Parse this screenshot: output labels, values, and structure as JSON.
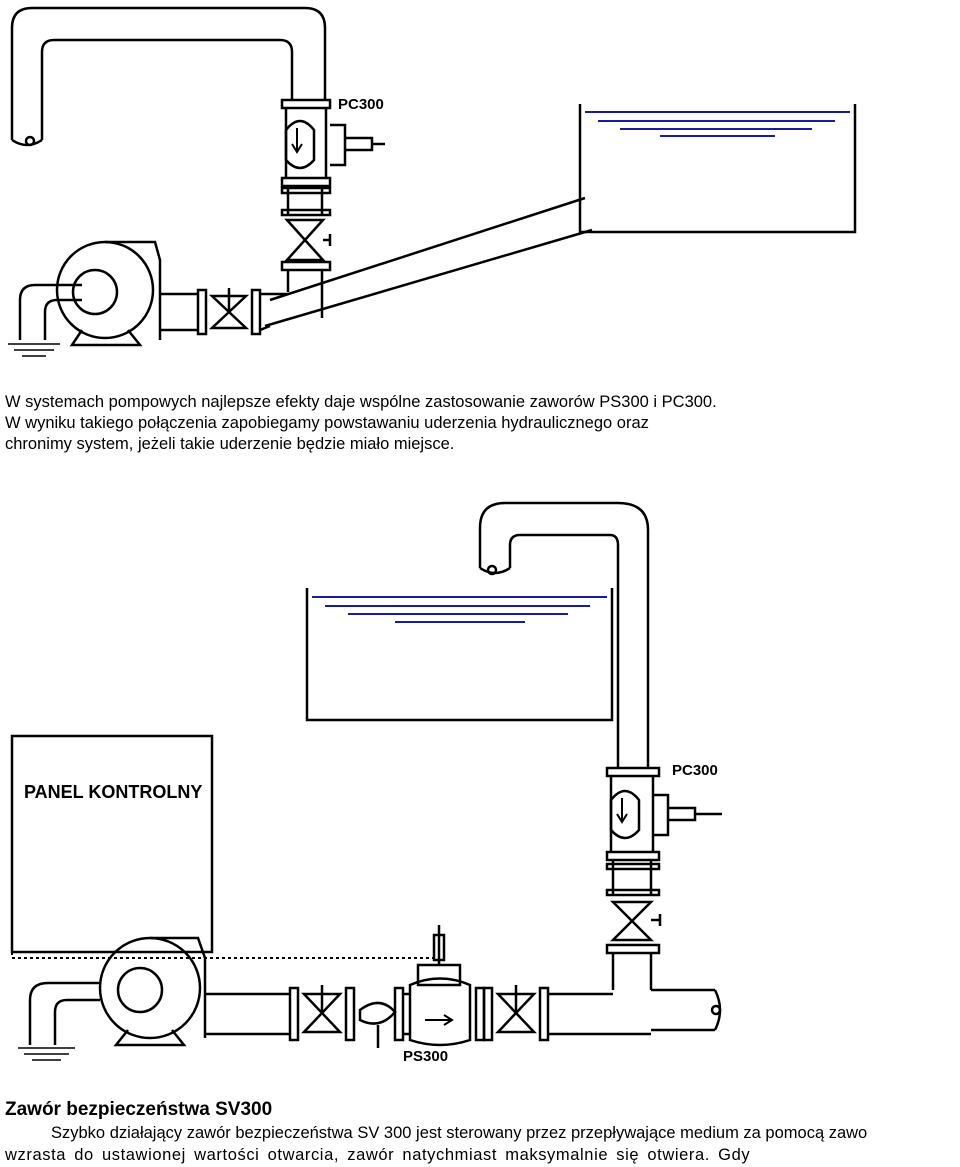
{
  "diagram1": {
    "valve_label": "PC300"
  },
  "intro": {
    "line1": "W systemach pompowych najlepsze efekty daje wspólne zastosowanie zaworów PS300 i PC300.",
    "line2": "W wyniku takiego połączenia zapobiegamy powstawaniu uderzenia hydraulicznego oraz",
    "line3": "chronimy system, jeżeli takie uderzenie będzie miało miejsce."
  },
  "diagram2": {
    "panel_label": "PANEL KONTROLNY",
    "upper_valve_label": "PC300",
    "lower_valve_label": "PS300"
  },
  "section": {
    "title": "Zawór bezpieczeństwa SV300",
    "line1": "Szybko działający zawór bezpieczeństwa SV 300 jest sterowany przez przepływające medium za pomocą zawo",
    "line2": "wzrasta do ustawionej wartości otwarcia, zawór natychmiast maksymalnie się otwiera. Gdy"
  },
  "colors": {
    "water_line": "#1a1aa0",
    "line": "#000000"
  }
}
